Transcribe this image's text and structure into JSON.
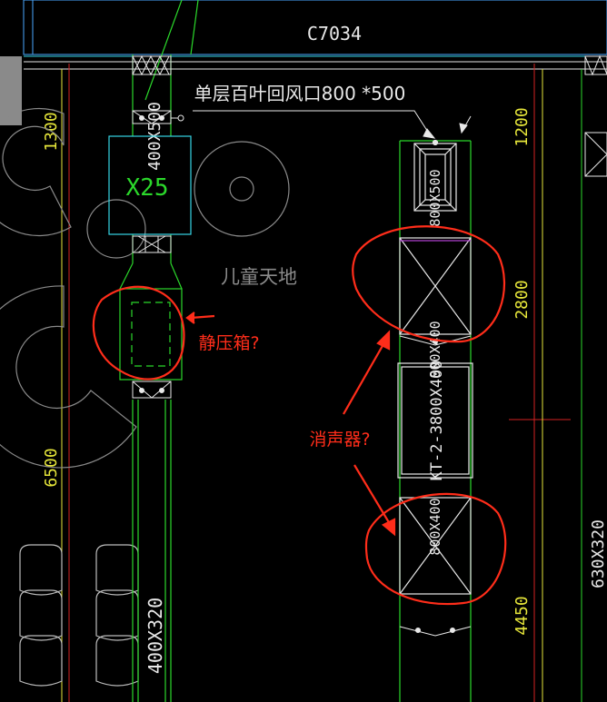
{
  "drawing": {
    "room_code": "C7034",
    "grille_label": "单层百叶回风口800 *500",
    "room_name": "儿童天地",
    "duct_label_left_upper": "400X500",
    "duct_label_left_lower": "400X320",
    "equipment_label": "KT-2-3800X400",
    "grille_size_label": "800X500",
    "silencer_upper_label": "800X400",
    "silencer_lower_label": "800X400",
    "right_edge_label": "630X320",
    "box_code": "X25",
    "dimensions": {
      "left_top": "1300",
      "left_bottom": "6500",
      "right_top": "1200",
      "right_mid": "2800",
      "right_bottom": "4450"
    }
  },
  "annotations": {
    "plenum_question": "静压箱?",
    "silencer_question": "消声器?",
    "color": "#ff2d1a"
  },
  "colors": {
    "background": "#000000",
    "duct_green": "#2bd82b",
    "cyan": "#35d6e6",
    "white": "#e8e8e8",
    "dimension_yellow": "#e6e63a",
    "red_line": "#d42222",
    "gray": "#8a8a8a",
    "purple": "#b040d0"
  }
}
